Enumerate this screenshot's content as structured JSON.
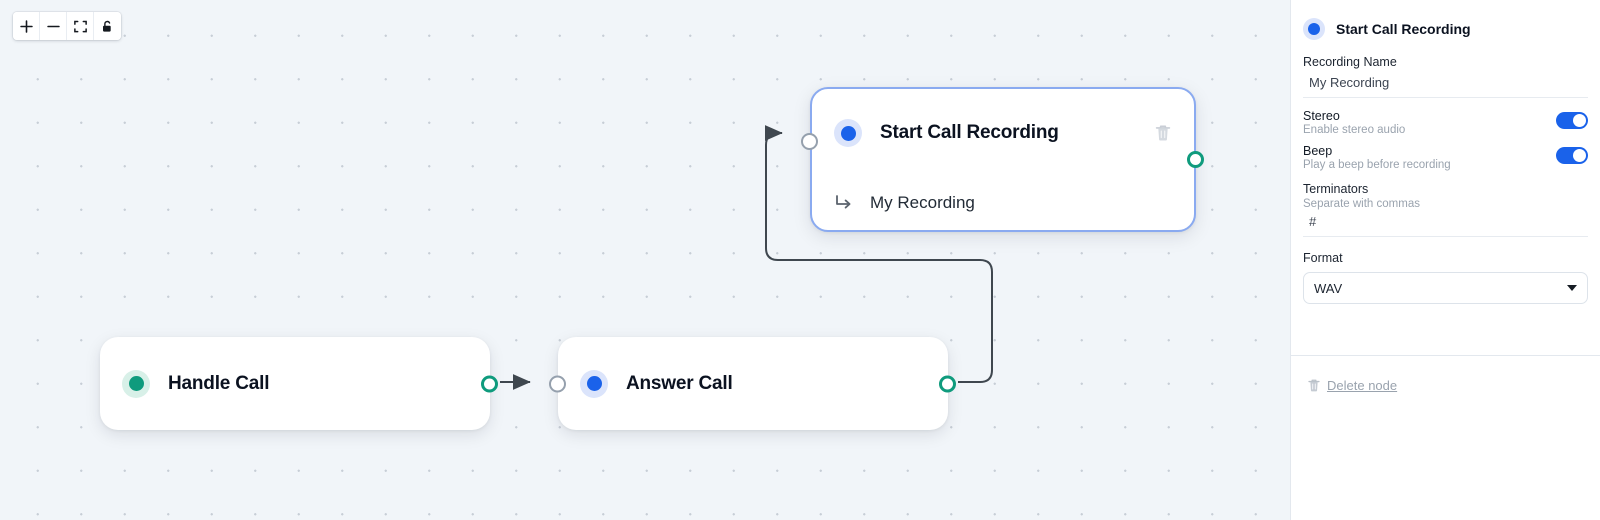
{
  "toolbar": {
    "buttons": [
      {
        "name": "zoom-in-icon",
        "label": "+"
      },
      {
        "name": "zoom-out-icon",
        "label": "−"
      },
      {
        "name": "fit-view-icon",
        "label": "fit view"
      },
      {
        "name": "lock-icon",
        "label": "lock"
      }
    ]
  },
  "canvas": {
    "nodes": [
      {
        "id": "handle-call",
        "title": "Handle Call",
        "accent": "#0f9b7d",
        "accent_bg": "#d8f0e8",
        "selected": false,
        "has_input": false,
        "has_output": true,
        "subtitle": null
      },
      {
        "id": "answer-call",
        "title": "Answer Call",
        "accent": "#1a62ea",
        "accent_bg": "#dbe4fb",
        "selected": false,
        "has_input": true,
        "has_output": true,
        "subtitle": null
      },
      {
        "id": "start-call-recording",
        "title": "Start Call Recording",
        "accent": "#1a62ea",
        "accent_bg": "#dbe4fb",
        "selected": true,
        "has_input": true,
        "has_output": true,
        "subtitle": "My Recording"
      }
    ],
    "edges": [
      {
        "from": "handle-call",
        "to": "answer-call"
      },
      {
        "from": "answer-call",
        "to": "start-call-recording"
      }
    ]
  },
  "panel": {
    "title": "Start Call Recording",
    "accent": "#1a62ea",
    "recording_name": {
      "label": "Recording Name",
      "value": "My Recording"
    },
    "stereo": {
      "label": "Stereo",
      "help": "Enable stereo audio",
      "on": true
    },
    "beep": {
      "label": "Beep",
      "help": "Play a beep before recording",
      "on": true
    },
    "terminators": {
      "label": "Terminators",
      "help": "Separate with commas",
      "value": "#"
    },
    "format": {
      "label": "Format",
      "value": "WAV"
    },
    "delete_node": {
      "label": "Delete node"
    }
  }
}
